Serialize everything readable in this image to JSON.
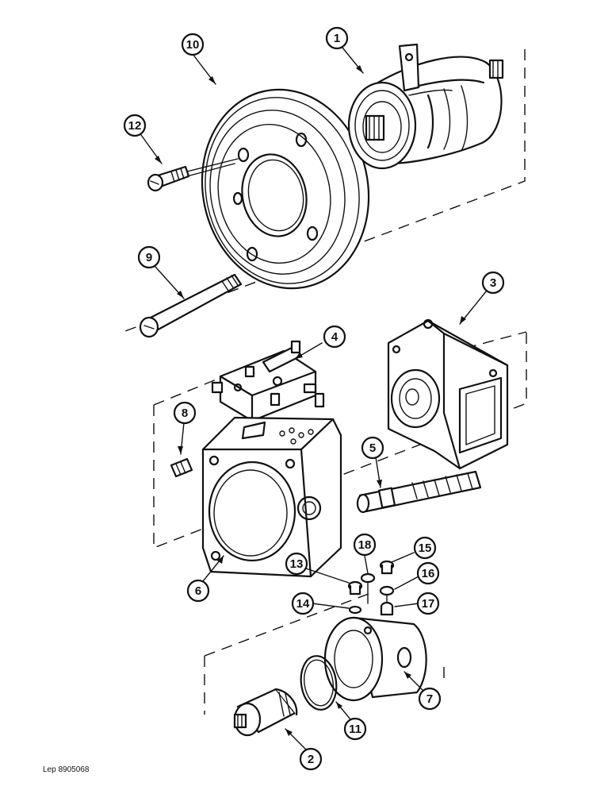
{
  "diagram": {
    "callouts": [
      {
        "id": "callout-1",
        "label": "1"
      },
      {
        "id": "callout-2",
        "label": "2"
      },
      {
        "id": "callout-3",
        "label": "3"
      },
      {
        "id": "callout-4",
        "label": "4"
      },
      {
        "id": "callout-5",
        "label": "5"
      },
      {
        "id": "callout-6",
        "label": "6"
      },
      {
        "id": "callout-7",
        "label": "7"
      },
      {
        "id": "callout-8",
        "label": "8"
      },
      {
        "id": "callout-9",
        "label": "9"
      },
      {
        "id": "callout-10",
        "label": "10"
      },
      {
        "id": "callout-11",
        "label": "11"
      },
      {
        "id": "callout-12",
        "label": "12"
      },
      {
        "id": "callout-13",
        "label": "13"
      },
      {
        "id": "callout-14",
        "label": "14"
      },
      {
        "id": "callout-15",
        "label": "15"
      },
      {
        "id": "callout-16",
        "label": "16"
      },
      {
        "id": "callout-17",
        "label": "17"
      },
      {
        "id": "callout-18",
        "label": "18"
      }
    ],
    "reference": "Lep 8905068"
  }
}
